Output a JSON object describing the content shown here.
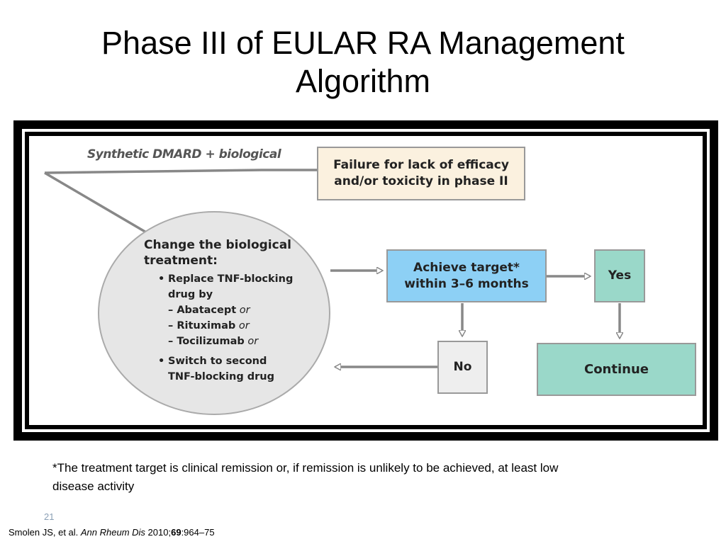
{
  "slide": {
    "title_line1": "Phase III of EULAR RA Management",
    "title_line2": "Algorithm"
  },
  "diagram": {
    "synthetic_label": "Synthetic DMARD + biological",
    "failure_line1": "Failure for lack of efficacy",
    "failure_line2": "and/or toxicity in phase II",
    "change_head_line1": "Change the biological",
    "change_head_line2": "treatment:",
    "bullet1_line1": "Replace TNF-blocking",
    "bullet1_line2": "drug by",
    "options": [
      {
        "dash": "– ",
        "drug": "Abatacept",
        "conj": " or"
      },
      {
        "dash": "– ",
        "drug": "Rituximab",
        "conj": " or"
      },
      {
        "dash": "– ",
        "drug": "Tocilizumab",
        "conj": " or"
      }
    ],
    "bullet2_line1": "Switch to second",
    "bullet2_line2": "TNF-blocking drug",
    "bullet_symbol": "•",
    "achieve_line1": "Achieve target*",
    "achieve_line2": "within 3–6 months",
    "yes": "Yes",
    "no": "No",
    "continue": "Continue",
    "colors": {
      "failure_bg": "#fbf1df",
      "achieve_bg": "#8dd0f5",
      "yes_continue_bg": "#9ad8c9",
      "no_bg": "#eeeeee",
      "ellipse_bg": "#e6e6e6",
      "connector": "#888888"
    }
  },
  "footnote": {
    "line1": "*The treatment target is clinical remission or, if remission is unlikely to be achieved, at least low",
    "line2": "disease activity"
  },
  "page_number": "21",
  "citation": {
    "authors": "Smolen JS, et al. ",
    "journal": "Ann Rheum Dis",
    "year": " 2010;",
    "volume": "69",
    "pages": ":964–75"
  }
}
